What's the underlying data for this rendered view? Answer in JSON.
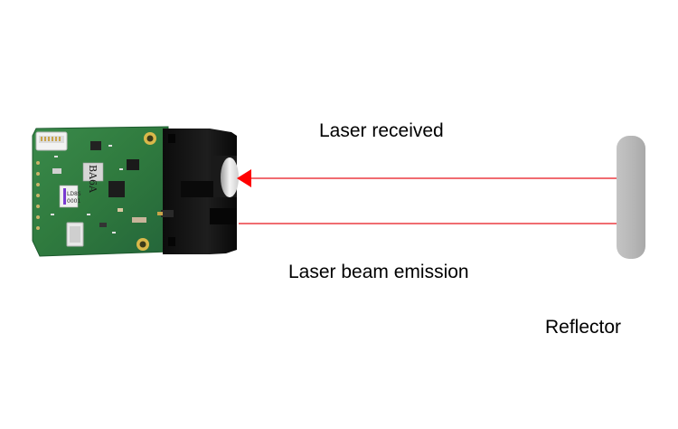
{
  "labels": {
    "laser_received": "Laser received",
    "laser_beam_emission": "Laser beam emission",
    "reflector": "Reflector"
  },
  "module_marking": {
    "chip_text": "BA6A",
    "sticker_text": "LD8S",
    "sticker_code": "0001"
  },
  "colors": {
    "beam": "#e8141c",
    "arrowhead": "#ff0000",
    "pcb": "#2f7a3e",
    "housing": "#141414",
    "reflector": "#bdbdbd",
    "background": "#ffffff"
  },
  "icons": {
    "module": "laser-rangefinder-module-icon",
    "reflector": "reflector-panel-icon"
  }
}
